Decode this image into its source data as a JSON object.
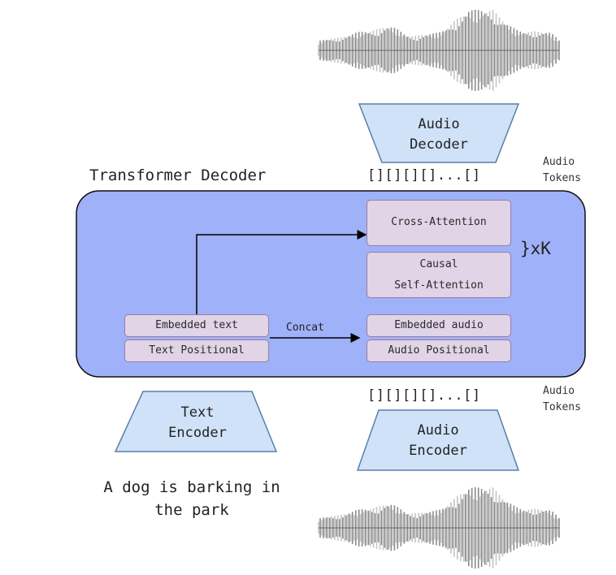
{
  "title": "Transformer Decoder",
  "blocks": {
    "cross_attention": "Cross-Attention",
    "causal_line1": "Causal",
    "causal_line2": "Self-Attention",
    "embedded_text": "Embedded text",
    "text_positional": "Text Positional",
    "embedded_audio": "Embedded audio",
    "audio_positional": "Audio Positional",
    "concat": "Concat",
    "repeat": "}xK"
  },
  "audio_decoder": {
    "line1": "Audio",
    "line2": "Decoder"
  },
  "audio_encoder": {
    "line1": "Audio",
    "line2": "Encoder"
  },
  "text_encoder": {
    "line1": "Text",
    "line2": "Encoder"
  },
  "tokens": {
    "brackets": "[][][][]...[]",
    "label_line1": "Audio",
    "label_line2": "Tokens"
  },
  "caption": {
    "line1": "A dog is barking in",
    "line2": "the park"
  },
  "colors": {
    "decoder_bg": "#9fb1f8",
    "block_fill": "#e0d4e6",
    "block_border": "#9a7ba6",
    "trapezoid_fill": "#cfe2f8",
    "trapezoid_border": "#5a7fa8"
  }
}
